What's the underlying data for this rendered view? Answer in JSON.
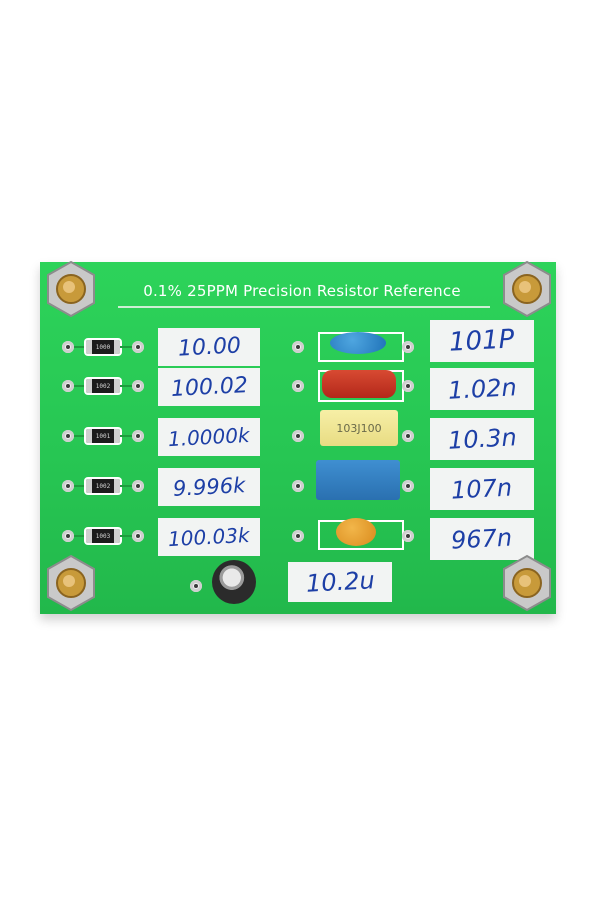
{
  "board": {
    "title": "0.1% 25PPM Precision Resistor Reference"
  },
  "resistors": [
    {
      "code": "1000",
      "label": "10.00"
    },
    {
      "code": "1002",
      "label": "100.02"
    },
    {
      "code": "1001",
      "label": "1.0000k"
    },
    {
      "code": "1002",
      "label": "9.996k"
    },
    {
      "code": "1003",
      "label": "100.03k"
    }
  ],
  "capacitors": [
    {
      "label": "101P"
    },
    {
      "label": "1.02n"
    },
    {
      "label": "10.3n",
      "marking": "103J100"
    },
    {
      "label": "107n"
    },
    {
      "label": "967n"
    }
  ],
  "electrolytic": {
    "label": "10.2u"
  }
}
